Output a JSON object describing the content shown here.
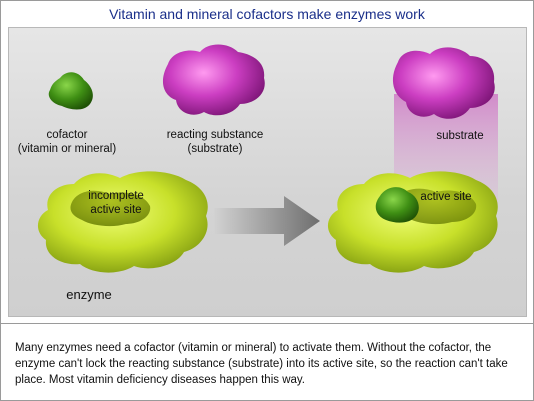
{
  "title": "Vitamin and mineral cofactors make enzymes work",
  "labels": {
    "cofactor_line1": "cofactor",
    "cofactor_line2": "(vitamin or mineral)",
    "reacting_line1": "reacting substance",
    "reacting_line2": "(substrate)",
    "substrate": "substrate",
    "incomplete_line1": "incomplete",
    "incomplete_line2": "active site",
    "active_site": "active site",
    "enzyme": "enzyme"
  },
  "caption": "Many enzymes need a cofactor (vitamin or mineral) to activate them. Without the cofactor, the enzyme can't lock the reacting substance (substrate) into its active site, so the reaction can't take place. Most vitamin deficiency diseases happen this way.",
  "colors": {
    "title": "#1a2f8a",
    "enzyme": "#c8e02a",
    "substrate": "#c23ab8",
    "cofactor": "#3f8f14"
  }
}
